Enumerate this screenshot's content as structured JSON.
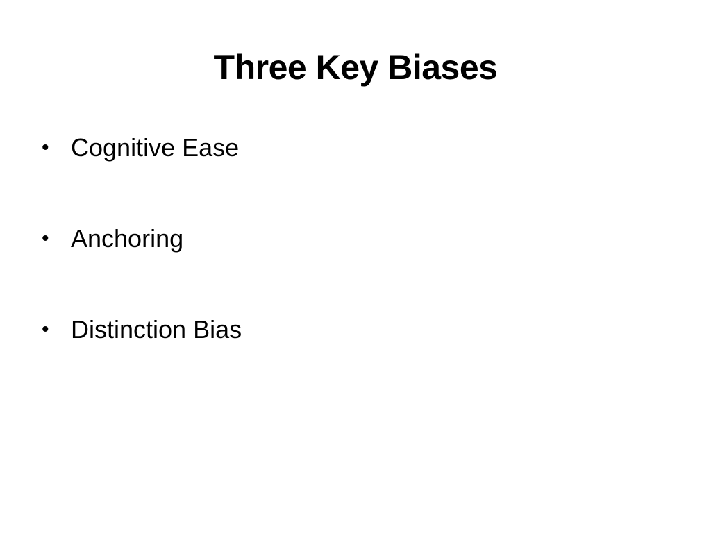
{
  "slide": {
    "title": "Three Key Biases",
    "bullets": [
      {
        "marker": "•",
        "text": "Cognitive Ease"
      },
      {
        "marker": "•",
        "text": "Anchoring"
      },
      {
        "marker": "•",
        "text": "Distinction Bias"
      }
    ]
  },
  "colors": {
    "background": "#ffffff",
    "text": "#000000"
  }
}
